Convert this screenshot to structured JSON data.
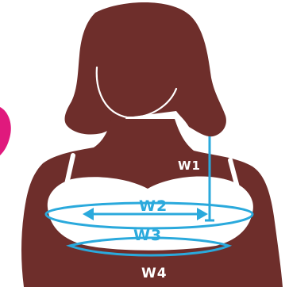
{
  "colors": {
    "background": "#ffffff",
    "silhouette": "#6e2e2b",
    "bra": "#ffffff",
    "measure_line": "#2aa9dc",
    "label_text": "#ffffff",
    "pink_accent": "#e0197d"
  },
  "figure": {
    "description_icon": "woman-silhouette",
    "garment": "bra"
  },
  "measurements": {
    "w1": "W1",
    "w2": "W2",
    "w3": "W3",
    "w4": "W4"
  }
}
